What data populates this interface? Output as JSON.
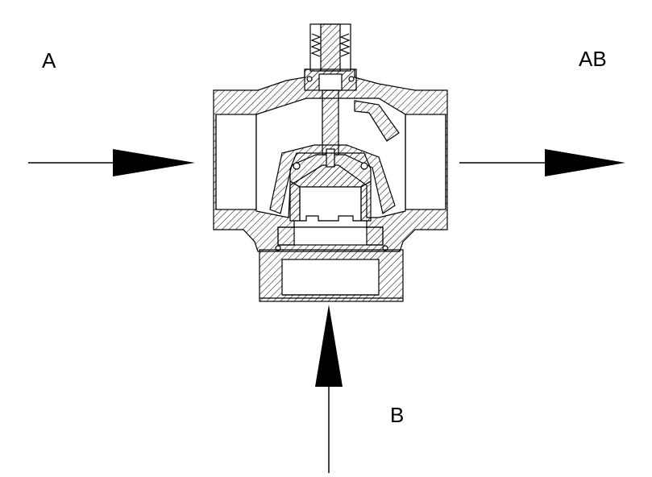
{
  "labels": {
    "inlet_a": "A",
    "outlet_ab": "AB",
    "inlet_b": "B"
  },
  "colors": {
    "line": "#000000",
    "background": "#ffffff"
  }
}
